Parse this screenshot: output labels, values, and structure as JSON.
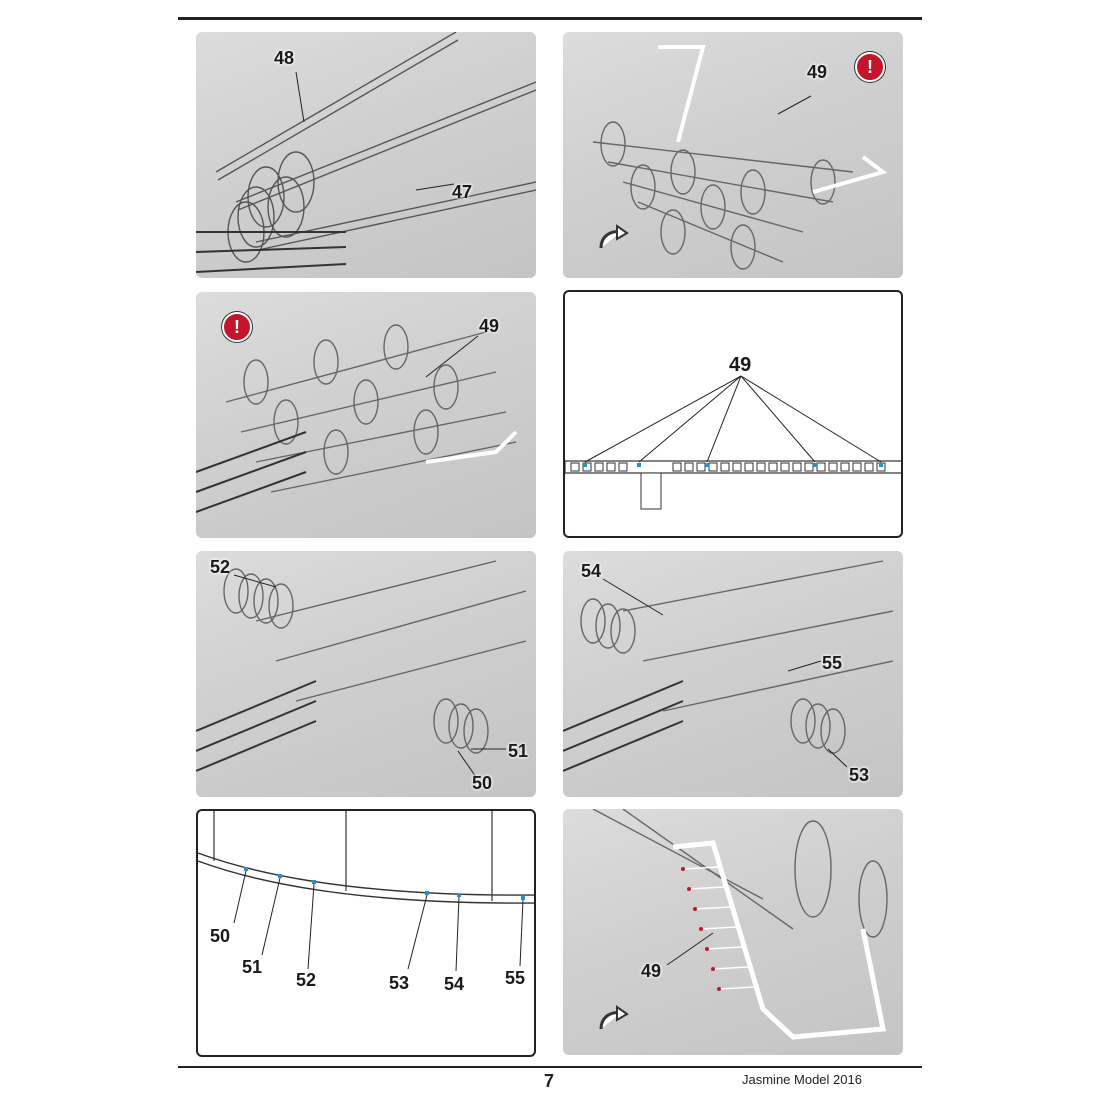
{
  "page": {
    "number": "7",
    "brand": "Jasmine Model 2016"
  },
  "steps": {
    "p1": {
      "labels": [
        "48",
        "47"
      ]
    },
    "p2": {
      "labels": [
        "49"
      ],
      "warning": "!"
    },
    "p3": {
      "labels": [
        "49"
      ],
      "warning": "!"
    },
    "p4": {
      "labels": [
        "49"
      ]
    },
    "p5": {
      "labels": [
        "52",
        "51",
        "50"
      ]
    },
    "p6": {
      "labels": [
        "54",
        "55",
        "53"
      ]
    },
    "p7": {
      "labels": [
        "50",
        "51",
        "52",
        "53",
        "54",
        "55"
      ]
    },
    "p8": {
      "labels": [
        "49"
      ]
    }
  },
  "icons": [
    "warning-icon",
    "rotate-view-icon"
  ]
}
